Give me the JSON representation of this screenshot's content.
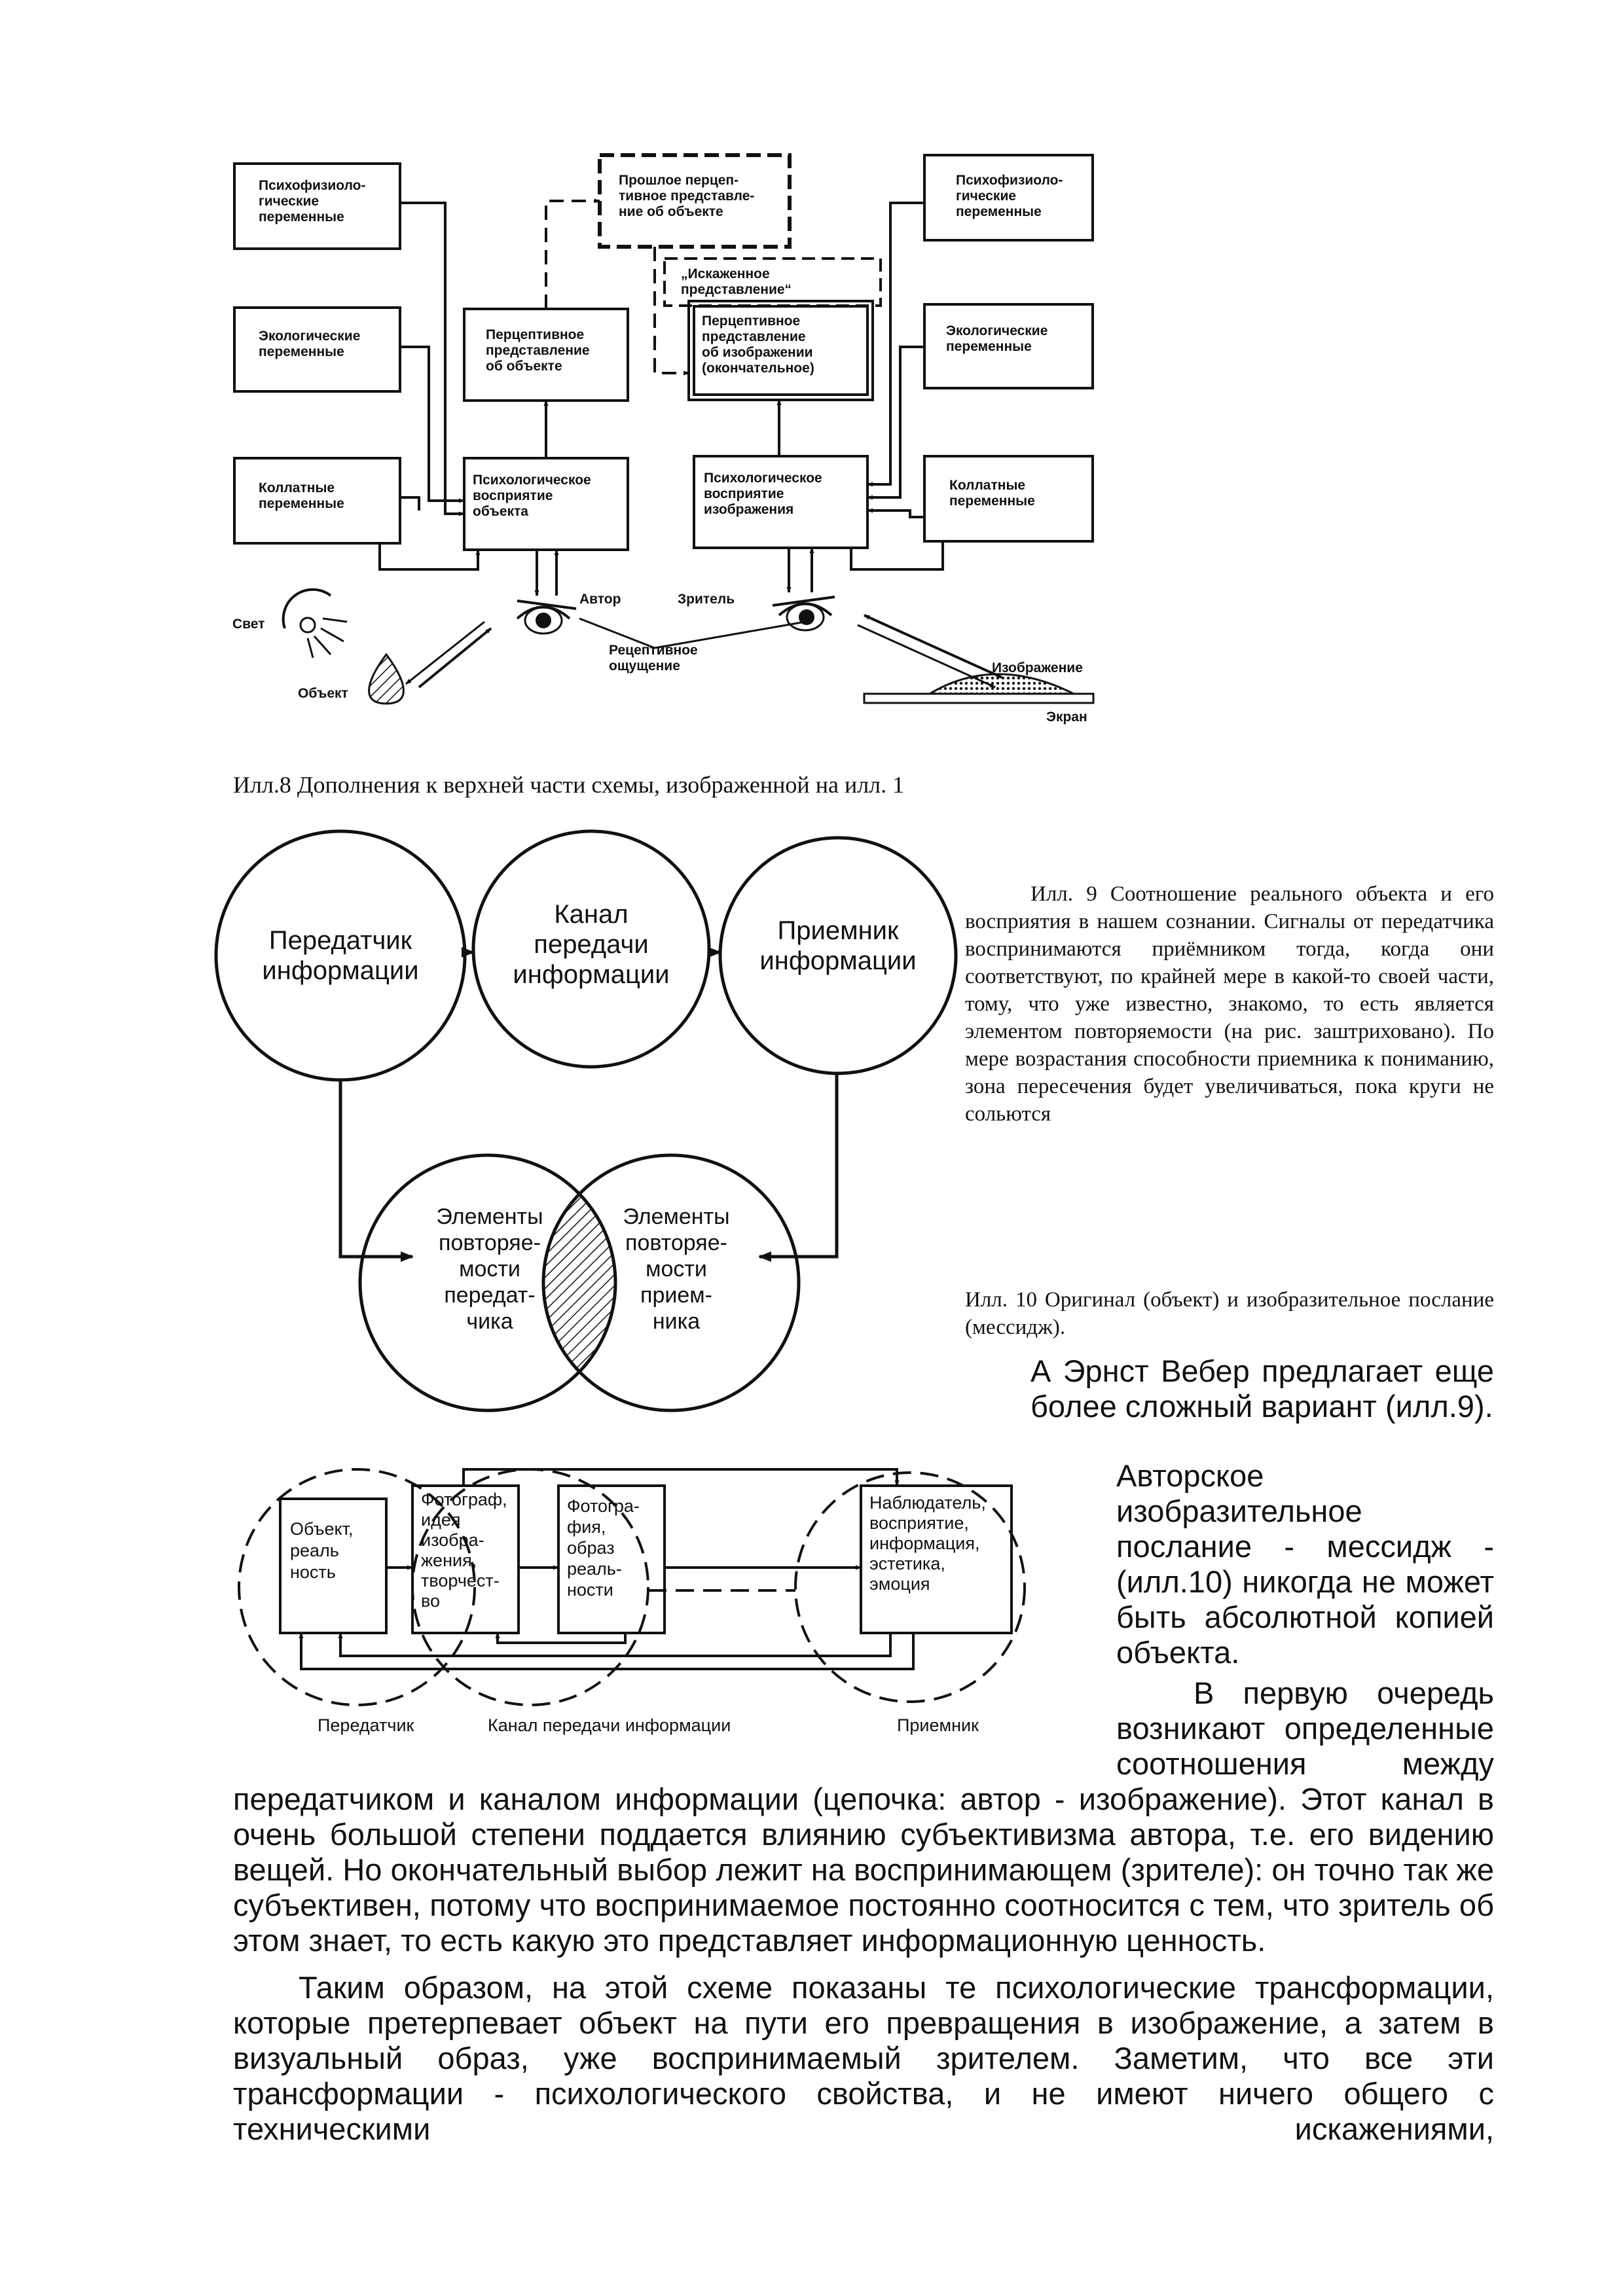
{
  "fig8": {
    "box_left_top": [
      "Психофизиоло-",
      "гические",
      "переменные"
    ],
    "box_left_mid": [
      "Экологические",
      "переменные"
    ],
    "box_left_bot": [
      "Коллатные",
      "переменные"
    ],
    "box_past": [
      "Прошлое перцеп-",
      "тивное представле-",
      "ние об объекте"
    ],
    "box_distorted": [
      "„Искаженное",
      "представление“"
    ],
    "box_percept_obj": [
      "Перцептивное",
      "представление",
      "об объекте"
    ],
    "box_percept_img": [
      "Перцептивное",
      "представление",
      "об изображении",
      "(окончательное)"
    ],
    "box_psych_obj": [
      "Психологическое",
      "восприятие",
      "объекта"
    ],
    "box_psych_img": [
      "Психологическое",
      "восприятие",
      "изображения"
    ],
    "box_right_top": [
      "Психофизиоло-",
      "гические",
      "переменные"
    ],
    "box_right_mid": [
      "Экологические",
      "переменные"
    ],
    "box_right_bot": [
      "Коллатные",
      "переменные"
    ],
    "label_light": "Свет",
    "label_object": "Объект",
    "label_author": "Автор",
    "label_viewer": "Зритель",
    "label_receptive": [
      "Рецептивное",
      "ощущение"
    ],
    "label_image": "Изображение",
    "label_screen": "Экран"
  },
  "fig8_caption": "Илл.8 Дополнения к верхней части схемы, изображенной на илл. 1",
  "fig9": {
    "circle_transmitter": [
      "Передатчик",
      "информации"
    ],
    "circle_channel": [
      "Канал",
      "передачи",
      "информации"
    ],
    "circle_receiver": [
      "Приемник",
      "информации"
    ],
    "venn_left": [
      "Элементы",
      "повторяе-",
      "мости",
      "передат-",
      "чика"
    ],
    "venn_right": [
      "Элементы",
      "повторяе-",
      "мости",
      "прием-",
      "ника"
    ]
  },
  "fig9_caption": "Илл. 9 Соотношение реального объекта и его восприятия в нашем сознании. Сигналы от передатчика воспринимаются приёмником тогда, когда они соответствуют, по крайней мере в какой-то своей части, тому, что уже известно, знакомо, то есть является элементом повторяемости (на рис. заштриховано). По мере возрастания способности приемника к пониманию, зона пересечения будет увеличиваться, пока круги не сольются",
  "fig10_caption": "Илл. 10 Оригинал (объект) и изобразительное послание (мессидж).",
  "fig10": {
    "box_object": [
      "Объект,",
      "реаль",
      "ность"
    ],
    "box_photographer": [
      "Фотограф,",
      "идея",
      "изобра-",
      "жения,",
      "творчест-",
      "во"
    ],
    "box_photo": [
      "Фотогра-",
      "фия,",
      "образ",
      "реаль-",
      "ности"
    ],
    "box_observer": [
      "Наблюдатель,",
      "восприятие,",
      "информация,",
      "эстетика,",
      "эмоция"
    ],
    "label_transmitter": "Передатчик",
    "label_channel": "Канал передачи информации",
    "label_receiver": "Приемник"
  },
  "text": {
    "p1": "А Эрнст Вебер предлагает еще более сложный вариант (илл.9).",
    "p2": "Авторское изобразительное послание - мессидж - (илл.10) никогда не может быть абсолютной копией объекта.",
    "p3_start": "В первую очередь возникают определенные соотношения между",
    "p3_rest": "передатчиком и каналом информации (цепочка: автор - изображение). Этот канал в очень большой степени поддается влиянию субъективизма автора, т.е. его видению вещей. Но окончательный выбор лежит на воспринимающем (зрителе): он точно так же субъективен, потому что воспринимаемое постоянно соотносится с тем, что зритель об этом знает, то есть какую это представляет информационную ценность.",
    "p4": "Таким образом, на этой схеме показаны те психологические трансформации, которые претерпевает объект на пути его превращения в изображение, а затем в визуальный образ, уже воспринимаемый зрителем. Заметим, что все эти трансформации - психологического свойства, и не имеют ничего общего с техническими искажениями,"
  }
}
